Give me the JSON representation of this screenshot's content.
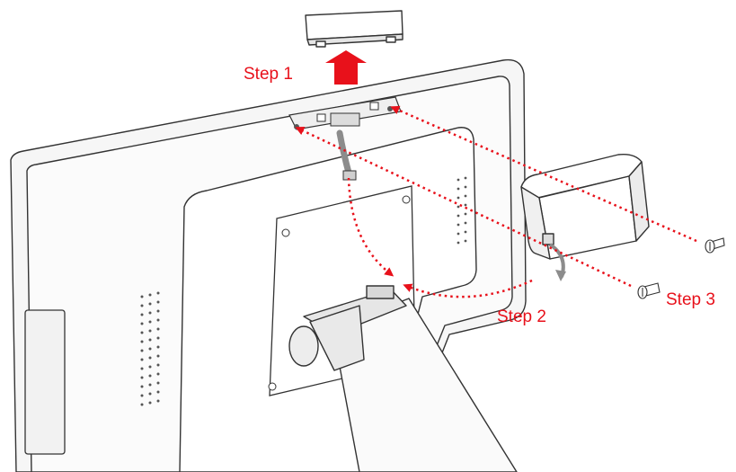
{
  "diagram": {
    "steps": [
      {
        "label": "Step 1"
      },
      {
        "label": "Step 2"
      },
      {
        "label": "Step 3"
      }
    ],
    "colors": {
      "arrow": "#e8111b",
      "outline": "#333333",
      "body_fill": "#fafafa",
      "shade": "#e6e6e6",
      "cable": "#8c8c8c"
    },
    "icons": {
      "step1": "up-arrow-icon",
      "step2": "curved-dotted-arrow-icon",
      "step3": "dotted-arrow-icon",
      "screw": "screw-icon"
    }
  }
}
